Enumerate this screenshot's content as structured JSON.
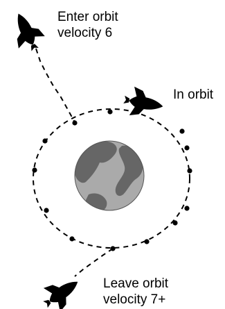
{
  "labels": {
    "enter_orbit": [
      "Enter orbit",
      "velocity 6"
    ],
    "in_orbit": "In orbit",
    "leave_orbit": [
      "Leave orbit",
      "velocity 7+"
    ]
  },
  "colors": {
    "background": "#ffffff",
    "ink": "#000000",
    "planet_light": "#aaaaaa",
    "planet_dark": "#666666",
    "planet_outline": "#555555"
  },
  "icons": {
    "ship_incoming": "spaceship-icon",
    "ship_orbiting": "spaceship-icon",
    "ship_outgoing": "spaceship-icon",
    "planet": "planet-icon"
  }
}
